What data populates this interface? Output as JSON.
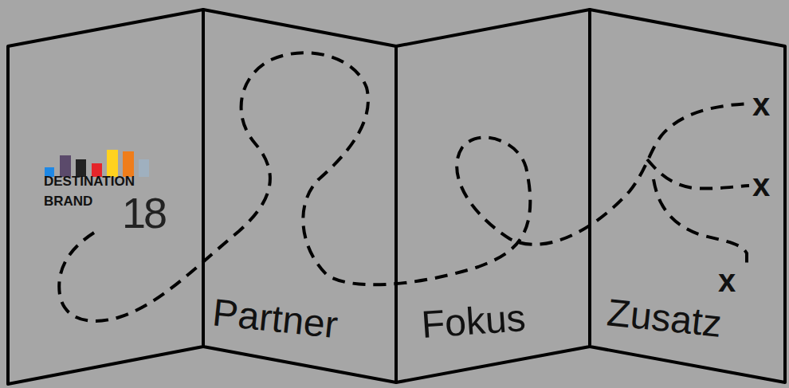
{
  "diagram": {
    "nodes": [
      {
        "text": [
          "DESTINATION",
          "BRAND",
          "18"
        ]
      },
      {
        "text": [
          "Partner"
        ]
      },
      {
        "text": [
          "Fokus"
        ]
      },
      {
        "text": [
          "Zusatz"
        ]
      }
    ],
    "labels": [
      "x",
      "x",
      "x"
    ]
  }
}
